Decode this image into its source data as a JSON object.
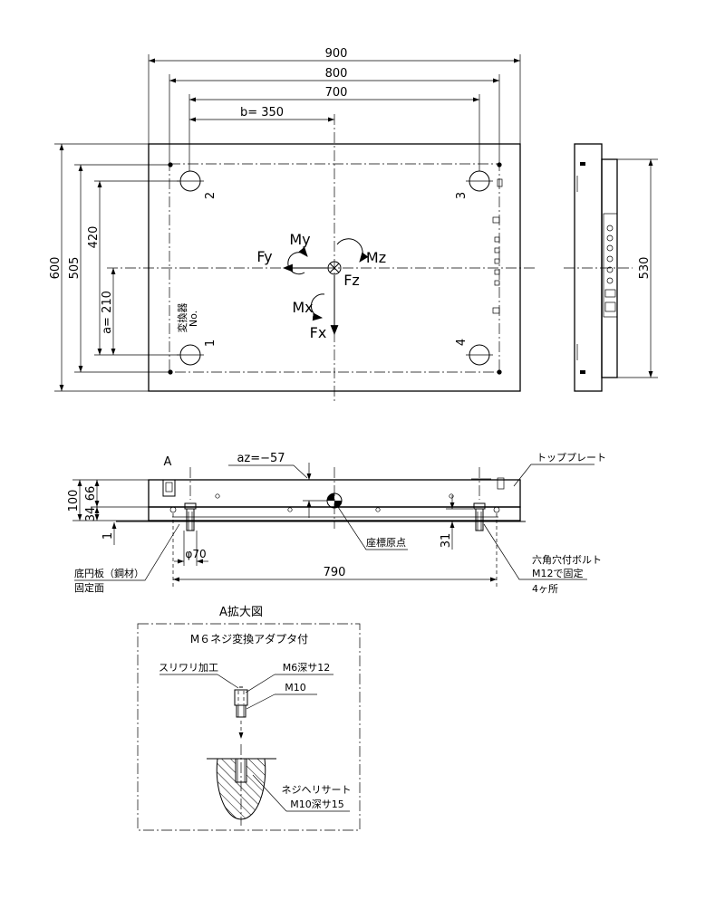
{
  "top_view": {
    "dimensions": {
      "overall_width": "900",
      "bolt_pitch_x": "800",
      "hole_pitch_x": "700",
      "half_hole_pitch_x": "b= 350",
      "overall_depth": "600",
      "bolt_pitch_y": "505",
      "hole_pitch_y": "420",
      "half_hole_pitch_y": "a= 210"
    },
    "hole_numbers": {
      "h1": "1",
      "h2": "2",
      "h3": "3",
      "h4": "4"
    },
    "transducer_label": {
      "line1": "変換器",
      "line2": "No."
    },
    "axes": {
      "fx": "Fx",
      "fy": "Fy",
      "fz": "Fz",
      "mx": "Mx",
      "my": "My",
      "mz": "Mz"
    }
  },
  "side_view": {
    "base_dimension": "530"
  },
  "front_view": {
    "connector_marker": "A",
    "az_offset": "az=−57",
    "height_total": "100",
    "height_top": "66",
    "height_base": "34",
    "gap": "1",
    "bolt_diameter": "φ70",
    "bolt_span": "790",
    "bolt_depth": "31",
    "labels": {
      "coordinate_origin": "座標原点",
      "top_plate": "トッププレート",
      "bolt_line1": "六角穴付ボルト",
      "bolt_line2": "M12で固定",
      "bolt_line3": "4ヶ所",
      "base_line1": "底円板（鋼材）",
      "base_line2": "固定面"
    }
  },
  "detail_a": {
    "title": "A拡大図",
    "subtitle": "M６ネジ変換アダプタ付",
    "slot": "スリワリ加工",
    "thread_m6": "M6深サ12",
    "thread_m10": "M10",
    "insert_line1": "ネジヘリサート",
    "insert_line2": "M10深サ15"
  }
}
